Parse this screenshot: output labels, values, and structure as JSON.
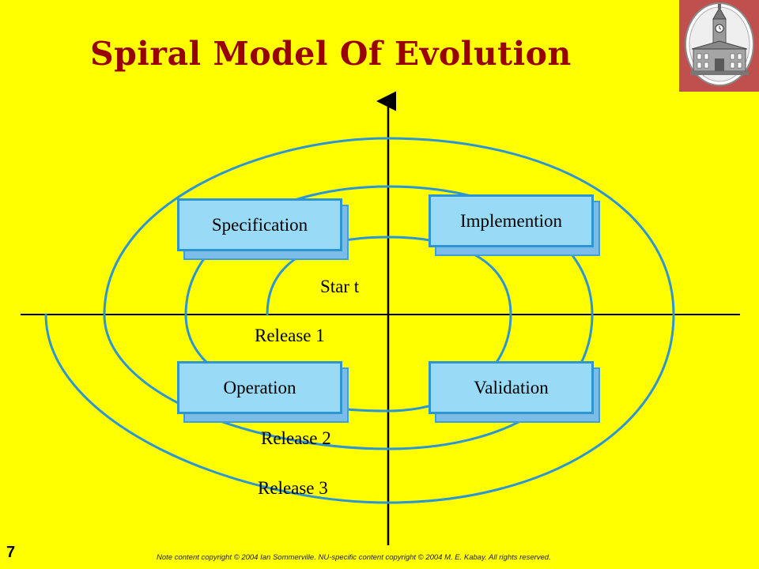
{
  "slide": {
    "title": "Spiral Model Of Evolution",
    "page_number": "7",
    "footer": "Note content copyright © 2004 Ian Sommerville.  NU-specific content copyright © 2004 M. E. Kabay.  All rights reserved."
  },
  "diagram": {
    "boxes": {
      "specification": "Specification",
      "implementation": "Implemention",
      "operation": "Operation",
      "validation": "Validation"
    },
    "labels": {
      "start": "Star t",
      "release1": "Release 1",
      "release2": "Release 2",
      "release3": "Release 3"
    }
  },
  "colors": {
    "background": "#FFFF00",
    "title": "#990000",
    "spiral": "#2E95D3",
    "box_fill": "#99DAF6",
    "logo_panel": "#C0504D"
  },
  "icons": {
    "logo": "university-clock-tower-seal"
  }
}
